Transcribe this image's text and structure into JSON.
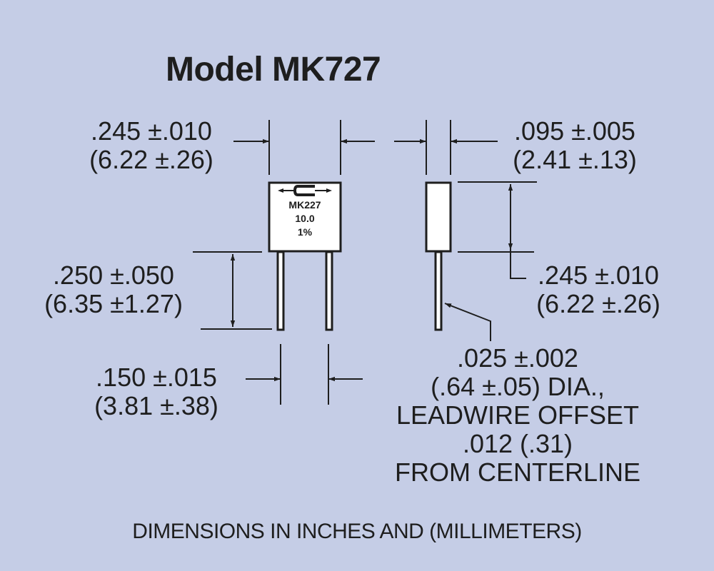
{
  "title": "Model MK727",
  "component_label": {
    "logo": "caddock-logo",
    "part": "MK227",
    "value": "10.0",
    "tolerance": "1%"
  },
  "dimensions": {
    "body_width": {
      "inches": ".245 ±.010",
      "mm": "(6.22 ±.26)"
    },
    "body_thickness": {
      "inches": ".095 ±.005",
      "mm": "(2.41 ±.13)"
    },
    "body_height": {
      "inches": ".245 ±.010",
      "mm": "(6.22 ±.26)"
    },
    "lead_length": {
      "inches": ".250  ±.050",
      "mm": "(6.35 ±1.27)"
    },
    "lead_spacing": {
      "inches": ".150 ±.015",
      "mm": "(3.81 ±.38)"
    },
    "lead_diameter": {
      "line1": ".025 ±.002",
      "line2": "(.64 ±.05) DIA.,",
      "line3": "LEADWIRE OFFSET",
      "line4": ".012 (.31)",
      "line5": "FROM CENTERLINE"
    }
  },
  "footer": "DIMENSIONS IN INCHES AND (MILLIMETERS)",
  "colors": {
    "background": "#c5cde6",
    "ink": "#1e1e1e",
    "component_fill": "#ffffff"
  }
}
